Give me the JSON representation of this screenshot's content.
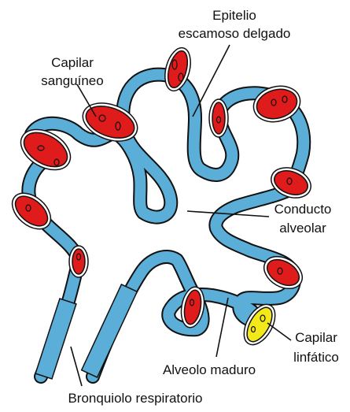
{
  "labels": {
    "epithelium_line1": "Epitelio",
    "epithelium_line2": "escamoso delgado",
    "capillary_line1": "Capilar",
    "capillary_line2": "sanguíneo",
    "duct_line1": "Conducto",
    "duct_line2": "alveolar",
    "mature_alveolus": "Alveolo maduro",
    "lymphatic_line1": "Capilar",
    "lymphatic_line2": "linfático",
    "bronchiole": "Bronquiolo respiratorio"
  },
  "colors": {
    "epithelium_fill": "#5aaed8",
    "capillary_fill": "#e01b1b",
    "lymphatic_fill": "#f2e81a",
    "outline": "#111111"
  }
}
